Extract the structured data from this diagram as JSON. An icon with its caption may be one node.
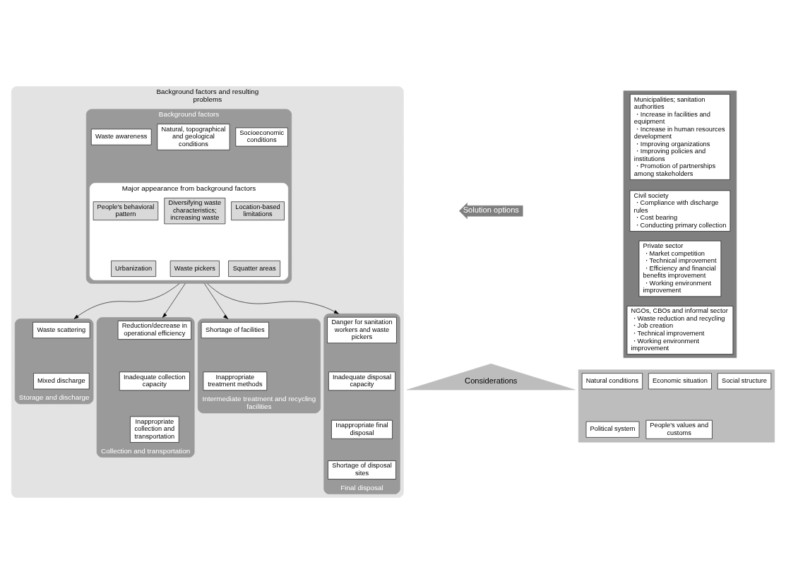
{
  "diagram": {
    "nodes": [
      {
        "text": [
          "Background factors and resulting problems"
        ]
      },
      {
        "text": [
          "Background factors"
        ],
        "in": 0
      },
      {
        "text": [
          "Waste awareness"
        ],
        "in": 1
      },
      {
        "text": [
          "Natural, topographical and geological conditions"
        ],
        "in": 1
      },
      {
        "text": [
          "Socioeconomic conditions"
        ],
        "in": 1
      },
      {
        "text": [
          "Major appearance from background factors"
        ],
        "in": 1
      },
      {
        "text": [
          "People's behavioral pattern"
        ],
        "in": 5
      },
      {
        "text": [
          "Diversifying waste characteristics; increasing waste"
        ],
        "in": 5
      },
      {
        "text": [
          "Location-based limitations"
        ],
        "in": 5
      },
      {
        "text": [
          "Urbanization"
        ],
        "in": 5
      },
      {
        "text": [
          "Waste pickers"
        ],
        "in": 5
      },
      {
        "text": [
          "Squatter areas"
        ],
        "in": 5
      },
      {
        "text": [
          "Storage and discharge"
        ],
        "in": 0
      },
      {
        "text": [
          "Waste scattering"
        ],
        "in": 12
      },
      {
        "text": [
          "Mixed discharge"
        ],
        "in": 12
      },
      {
        "text": [
          "Collection and transportation"
        ],
        "in": 0
      },
      {
        "text": [
          "Reduction/decrease in operational efficiency"
        ],
        "in": 15
      },
      {
        "text": [
          "Inadequate collection capacity"
        ],
        "in": 15
      },
      {
        "text": [
          "Inappropriate collection and transportation"
        ],
        "in": 15
      },
      {
        "text": [
          "Intermediate treatment and recycling facilities"
        ],
        "in": 0
      },
      {
        "text": [
          "Shortage of facilities"
        ],
        "in": 19
      },
      {
        "text": [
          "Inappropriate treatment methods"
        ],
        "in": 19
      },
      {
        "text": [
          "Final disposal"
        ],
        "in": 0
      },
      {
        "text": [
          "Danger for sanitation workers and waste pickers"
        ],
        "in": 22
      },
      {
        "text": [
          "Inadequate disposal capacity"
        ],
        "in": 22
      },
      {
        "text": [
          "Inappropriate final disposal"
        ],
        "in": 22
      },
      {
        "text": [
          "Shortage of disposal sites"
        ],
        "in": 22
      },
      {
        "text": [
          "Solution options"
        ]
      },
      {
        "text": [],
        "shape": "box"
      },
      {
        "text": [
          "Municipalities; sanitation authorities",
          "・Increase in facilities and equipment",
          "・Increase in human resources development",
          "・Improving organizations",
          "・Improving policies and institutions",
          "・Promotion of partnerships among stakeholders"
        ],
        "in": 28
      },
      {
        "text": [
          "Civil society",
          "・Compliance with discharge rules",
          "・Cost bearing",
          "・Conducting primary collection"
        ],
        "in": 28
      },
      {
        "text": [
          "Private sector",
          "・Market competition",
          "・Technical improvement",
          "・Efficiency and financial benefits improvement",
          "・Working environment improvement"
        ],
        "in": 28
      },
      {
        "text": [
          "NGOs, CBOs and informal sector",
          "・Waste reduction and recycling",
          "・Job creation",
          "・Technical improvement",
          "・Working environment improvement"
        ],
        "in": 28
      },
      {
        "text": [
          "Considerations"
        ]
      },
      {
        "text": [],
        "shape": "box"
      },
      {
        "text": [
          "Natural conditions"
        ],
        "in": 34
      },
      {
        "text": [
          "Economic situation"
        ],
        "in": 34
      },
      {
        "text": [
          "Social structure"
        ],
        "in": 34
      },
      {
        "text": [
          "Political system"
        ],
        "in": 34
      },
      {
        "text": [
          "People's values and customs"
        ],
        "in": 34
      }
    ],
    "edges": [
      {
        "from": 1,
        "to": 12,
        "arrow": "to"
      },
      {
        "from": 1,
        "to": 15,
        "arrow": "to"
      },
      {
        "from": 1,
        "to": 19,
        "arrow": "to"
      },
      {
        "from": 1,
        "to": 22,
        "arrow": "to"
      }
    ]
  }
}
